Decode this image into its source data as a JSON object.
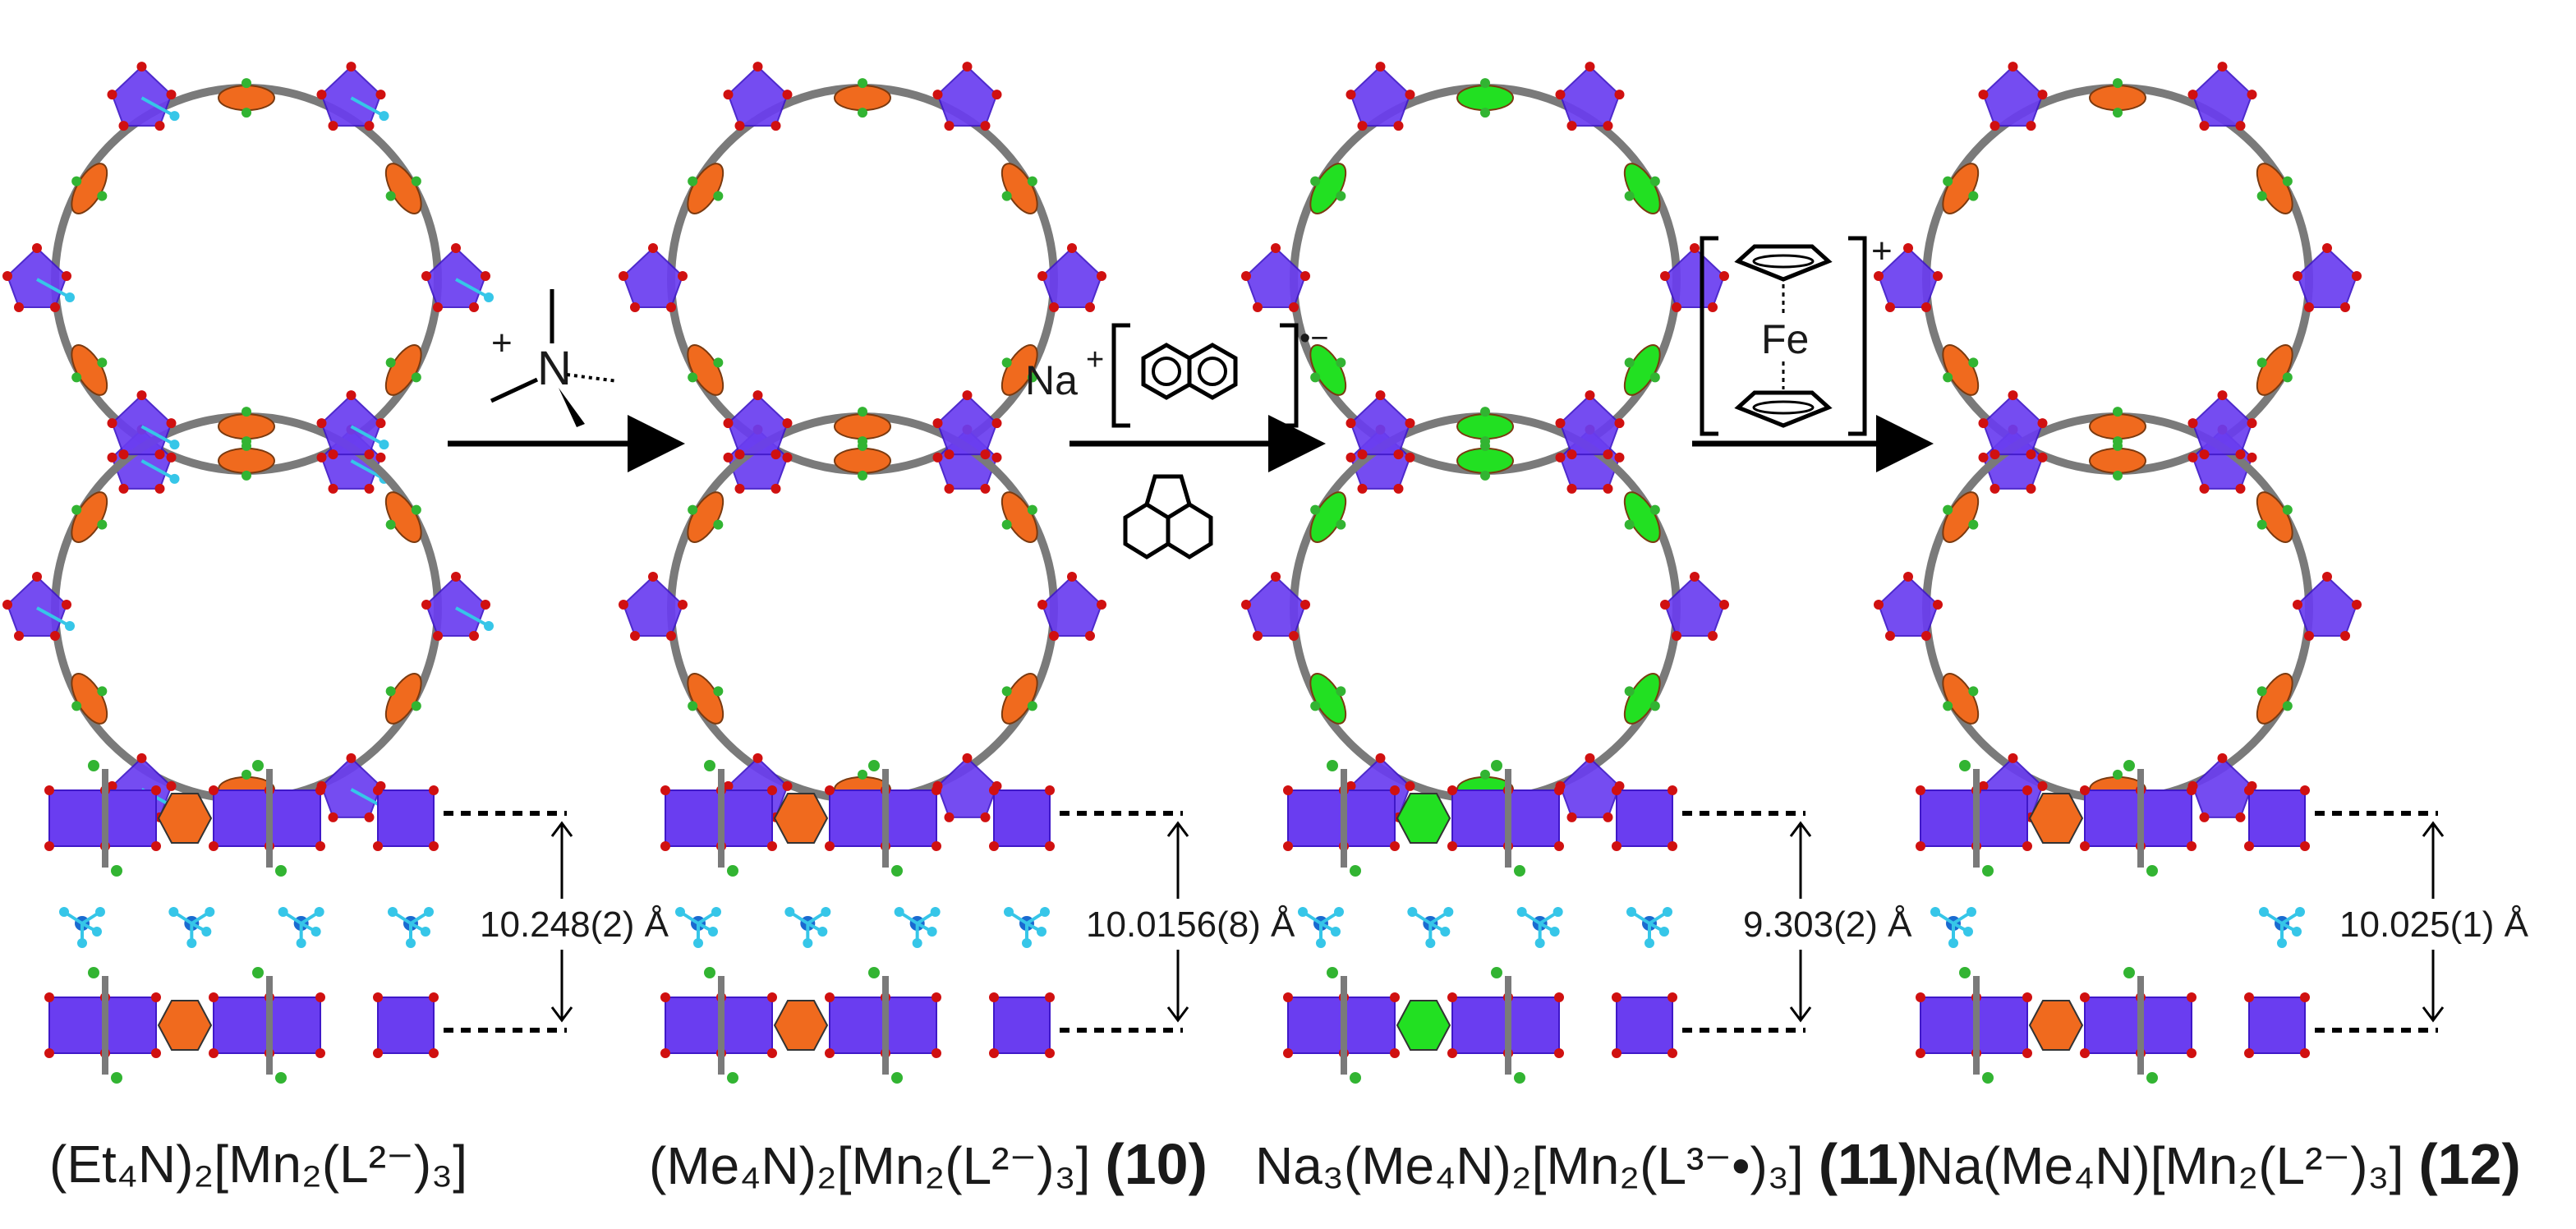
{
  "colors": {
    "octahedron": "#6a3df0",
    "octahedron_dark": "#3f18c8",
    "ring_reduced": "#f06a1e",
    "ring_radical": "#22e022",
    "oxygen": "#d01010",
    "chloro": "#32b432",
    "carbon": "#7a7a7a",
    "cation": "#36c6e8"
  },
  "panels": [
    {
      "formula_main": "(Et₄N)₂[Mn₂(L²⁻)₃]",
      "compound": "",
      "spacing": "10.248(2) Å"
    },
    {
      "formula_main": "(Me₄N)₂[Mn₂(L²⁻)₃]",
      "compound": "(10)",
      "spacing": "10.0156(8) Å"
    },
    {
      "formula_main": "Na₃(Me₄N)₂[Mn₂(L³⁻•)₃]",
      "compound": "(11)",
      "spacing": "9.303(2) Å"
    },
    {
      "formula_main": "Na(Me₄N)[Mn₂(L²⁻)₃]",
      "compound": "(12)",
      "spacing": "10.025(1) Å"
    }
  ],
  "reagents": {
    "step1": {
      "charge": "+",
      "atom": "N"
    },
    "step2": {
      "cation": "Na",
      "cation_charge": "+",
      "anion_charge": "•−"
    },
    "step3": {
      "metal": "Fe",
      "charge": "+"
    }
  }
}
